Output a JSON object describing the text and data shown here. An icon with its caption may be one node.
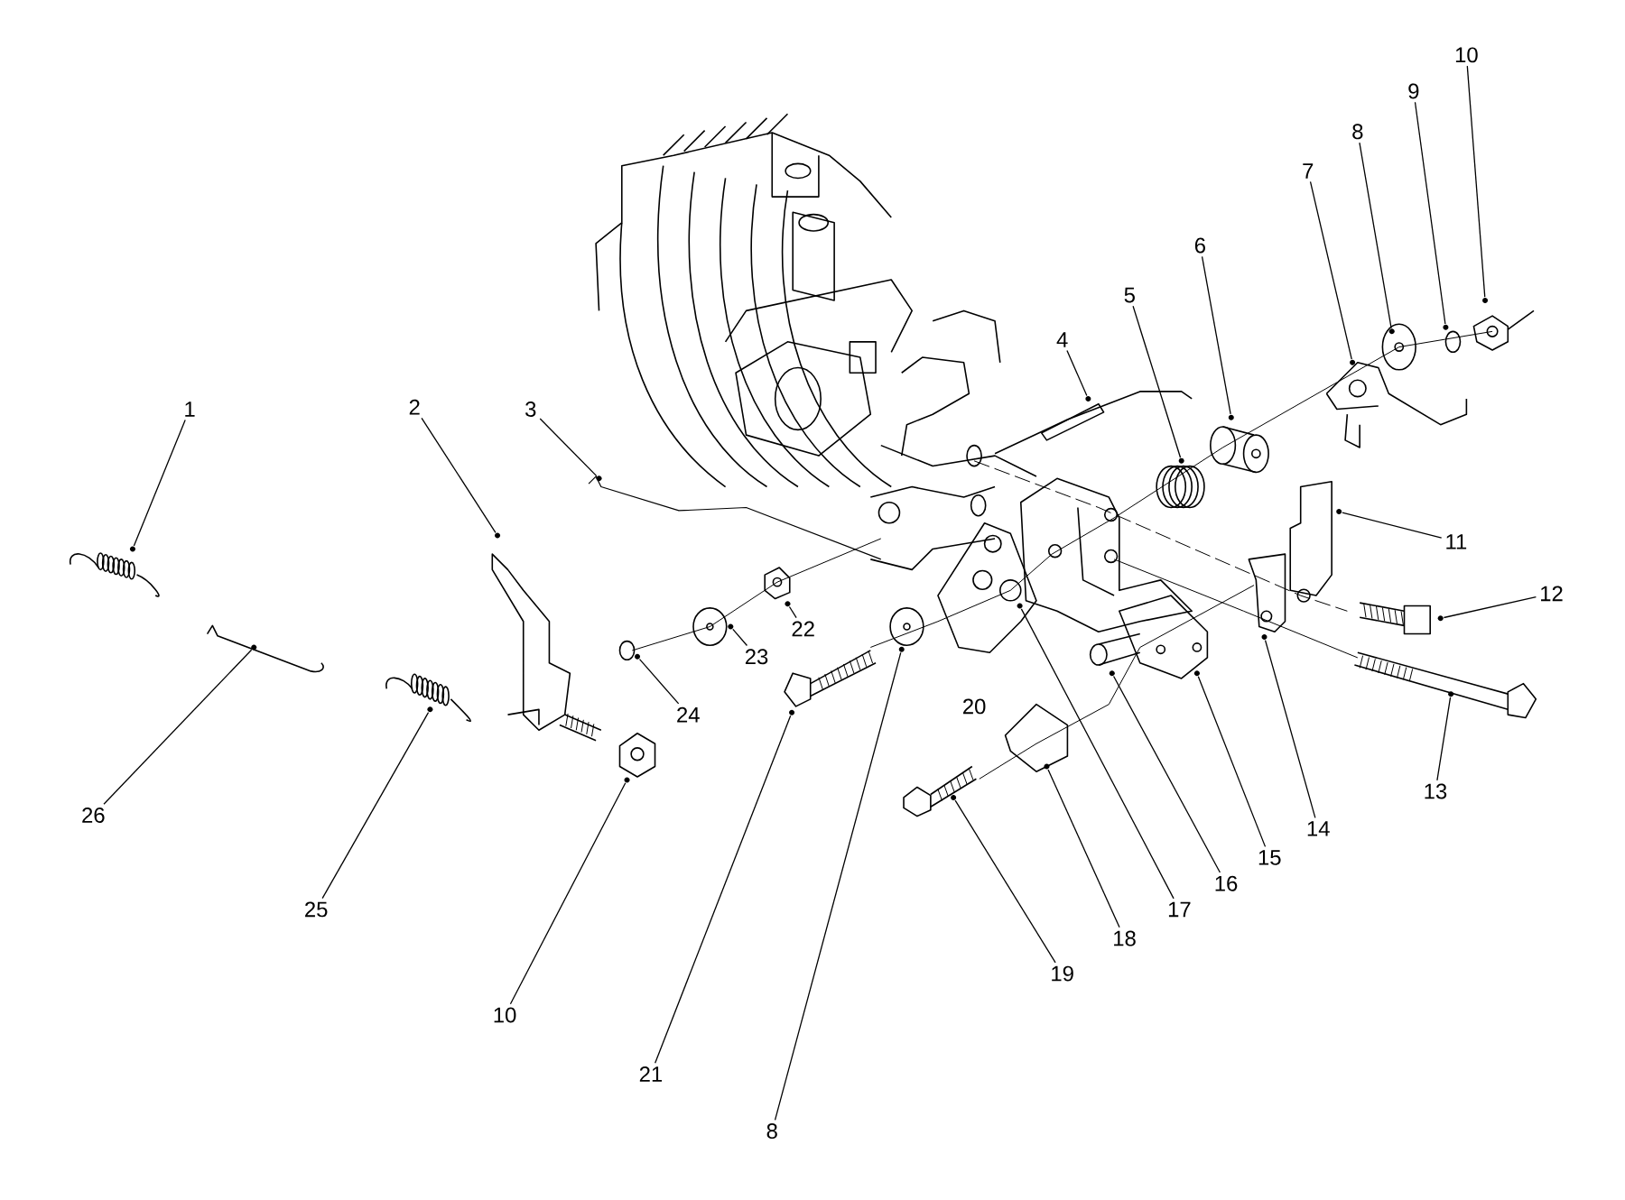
{
  "diagram": {
    "nodes": [
      {
        "text": [
          "1"
        ]
      },
      {
        "text": [
          "2"
        ]
      },
      {
        "text": [
          "3"
        ]
      },
      {
        "text": [
          "4"
        ]
      },
      {
        "text": [
          "5"
        ]
      },
      {
        "text": [
          "6"
        ]
      },
      {
        "text": [
          "7"
        ]
      },
      {
        "text": [
          "8"
        ]
      },
      {
        "text": [
          "9"
        ]
      },
      {
        "text": [
          "10"
        ]
      },
      {
        "text": [
          "11"
        ]
      },
      {
        "text": [
          "12"
        ]
      },
      {
        "text": [
          "13"
        ]
      },
      {
        "text": [
          "14"
        ]
      },
      {
        "text": [
          "15"
        ]
      },
      {
        "text": [
          "16"
        ]
      },
      {
        "text": [
          "17"
        ]
      },
      {
        "text": [
          "18"
        ]
      },
      {
        "text": [
          "19"
        ]
      },
      {
        "text": [
          "21"
        ]
      },
      {
        "text": [
          "22"
        ]
      },
      {
        "text": [
          "23"
        ]
      },
      {
        "text": [
          "24"
        ]
      },
      {
        "text": [
          "25"
        ]
      },
      {
        "text": [
          "26"
        ]
      },
      {
        "text": [
          "10"
        ]
      },
      {
        "text": [
          "8"
        ]
      },
      {
        "text": [],
        "shape": "circle"
      },
      {
        "text": [],
        "shape": "circle"
      },
      {
        "text": [],
        "shape": "circle"
      },
      {
        "text": [],
        "shape": "circle"
      },
      {
        "text": [],
        "shape": "circle"
      },
      {
        "text": [],
        "shape": "circle"
      },
      {
        "text": [],
        "shape": "circle"
      },
      {
        "text": [],
        "shape": "circle"
      },
      {
        "text": [],
        "shape": "circle"
      },
      {
        "text": [],
        "shape": "circle"
      },
      {
        "text": [],
        "shape": "circle"
      },
      {
        "text": [],
        "shape": "circle"
      },
      {
        "text": [],
        "shape": "circle"
      },
      {
        "text": [],
        "shape": "circle"
      },
      {
        "text": [],
        "shape": "circle"
      },
      {
        "text": [],
        "shape": "circle"
      },
      {
        "text": [],
        "shape": "circle"
      },
      {
        "text": [],
        "shape": "circle"
      },
      {
        "text": [],
        "shape": "circle"
      },
      {
        "text": [],
        "shape": "circle"
      },
      {
        "text": [],
        "shape": "circle"
      },
      {
        "text": [],
        "shape": "circle"
      },
      {
        "text": [],
        "shape": "circle"
      },
      {
        "text": [],
        "shape": "circle"
      },
      {
        "text": [],
        "shape": "circle"
      },
      {
        "text": [],
        "shape": "circle"
      },
      {
        "text": [],
        "shape": "circle"
      }
    ],
    "edges": [
      {
        "from": 0,
        "to": 27,
        "arrow": "none"
      },
      {
        "from": 1,
        "to": 30,
        "arrow": "none"
      },
      {
        "from": 2,
        "to": 31,
        "arrow": "none"
      },
      {
        "from": 3,
        "to": 41,
        "arrow": "none"
      },
      {
        "from": 4,
        "to": 43,
        "arrow": "none"
      },
      {
        "from": 5,
        "to": 45,
        "arrow": "none"
      },
      {
        "from": 6,
        "to": 48,
        "arrow": "none"
      },
      {
        "from": 7,
        "to": 49,
        "arrow": "none"
      },
      {
        "from": 8,
        "to": 51,
        "arrow": "none"
      },
      {
        "from": 9,
        "to": 53,
        "arrow": "none"
      },
      {
        "from": 10,
        "to": 47,
        "arrow": "none"
      },
      {
        "from": 11,
        "to": 50,
        "arrow": "none"
      },
      {
        "from": 12,
        "to": 52,
        "arrow": "none"
      },
      {
        "from": 13,
        "to": 46,
        "arrow": "none"
      },
      {
        "from": 14,
        "to": 44,
        "arrow": "none"
      },
      {
        "from": 15,
        "to": 42,
        "arrow": "none"
      },
      {
        "from": 16,
        "to": 39,
        "arrow": "none"
      },
      {
        "from": 17,
        "to": 40,
        "arrow": "none"
      },
      {
        "from": 18,
        "to": 38,
        "arrow": "none"
      },
      {
        "from": 19,
        "to": 36,
        "arrow": "none"
      },
      {
        "from": 20,
        "to": 35,
        "arrow": "none"
      },
      {
        "from": 21,
        "to": 34,
        "arrow": "none"
      },
      {
        "from": 22,
        "to": 33,
        "arrow": "none"
      },
      {
        "from": 23,
        "to": 29,
        "arrow": "none"
      },
      {
        "from": 24,
        "to": 28,
        "arrow": "none"
      },
      {
        "from": 25,
        "to": 32,
        "arrow": "none"
      },
      {
        "from": 26,
        "to": 37,
        "arrow": "none"
      }
    ],
    "labels": [
      "20"
    ]
  }
}
